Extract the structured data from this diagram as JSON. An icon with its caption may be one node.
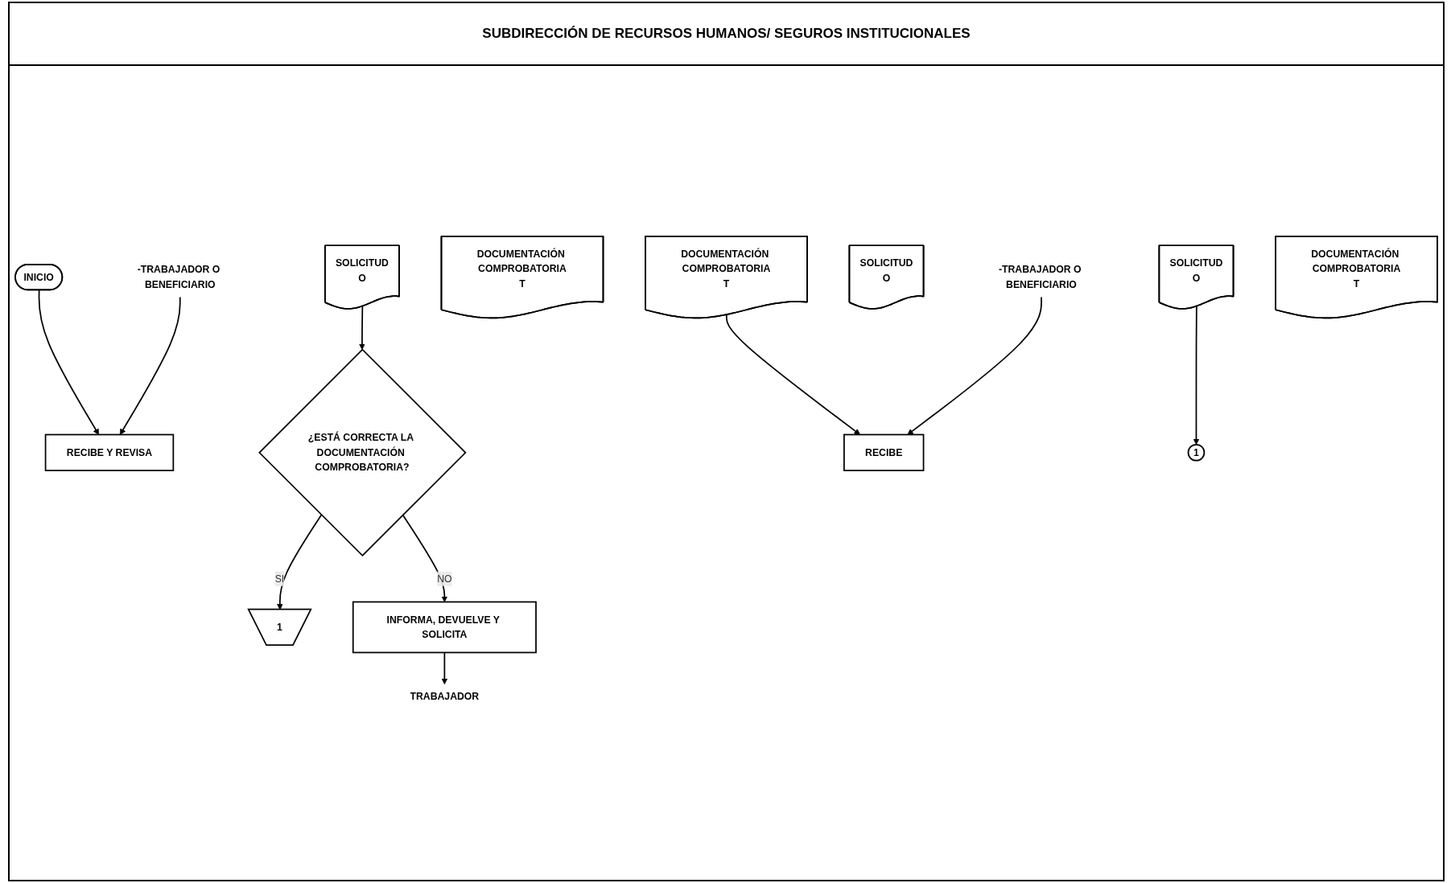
{
  "diagram": {
    "title": "SUBDIRECCIÓN DE RECURSOS HUMANOS/ SEGUROS INSTITUCIONALES",
    "nodes": [
      {
        "text": [
          "INICIO"
        ]
      },
      {
        "text": [
          "-TRABAJADOR O BENEFICIARIO"
        ]
      },
      {
        "text": [
          "RECIBE Y REVISA"
        ]
      },
      {
        "text": [
          "SOLICITUD",
          "O"
        ]
      },
      {
        "text": [
          "DOCUMENTACIÓN COMPROBATORIA",
          "T"
        ]
      },
      {
        "text": [
          "¿ESTÁ CORRECTA LA DOCUMENTACIÓN COMPROBATORIA?"
        ]
      },
      {
        "text": [
          "1"
        ]
      },
      {
        "text": [
          "INFORMA, DEVUELVE Y SOLICITA"
        ]
      },
      {
        "text": [
          "TRABAJADOR"
        ]
      },
      {
        "text": [
          "DOCUMENTACIÓN COMPROBATORIA",
          "T"
        ]
      },
      {
        "text": [
          "SOLICITUD",
          "O"
        ]
      },
      {
        "text": [
          "-TRABAJADOR O BENEFICIARIO"
        ]
      },
      {
        "text": [
          "RECIBE"
        ]
      },
      {
        "text": [
          "SOLICITUD",
          "O"
        ]
      },
      {
        "text": [
          "DOCUMENTACIÓN COMPROBATORIA",
          "T"
        ]
      },
      {
        "text": [
          "1"
        ]
      }
    ],
    "edges": [
      {
        "from": 0,
        "to": 2,
        "arrow": "to"
      },
      {
        "from": 1,
        "to": 2,
        "arrow": "to"
      },
      {
        "from": 3,
        "to": 5,
        "arrow": "to"
      },
      {
        "from": 5,
        "to": 7,
        "arrow": "to",
        "label": "NO"
      },
      {
        "from": 5,
        "to": 6,
        "arrow": "to",
        "label": "SI"
      },
      {
        "from": 7,
        "to": 8,
        "arrow": "to"
      },
      {
        "from": 9,
        "to": 12,
        "arrow": "to"
      },
      {
        "from": 11,
        "to": 12,
        "arrow": "to"
      },
      {
        "from": 13,
        "to": 15,
        "arrow": "to"
      }
    ]
  }
}
